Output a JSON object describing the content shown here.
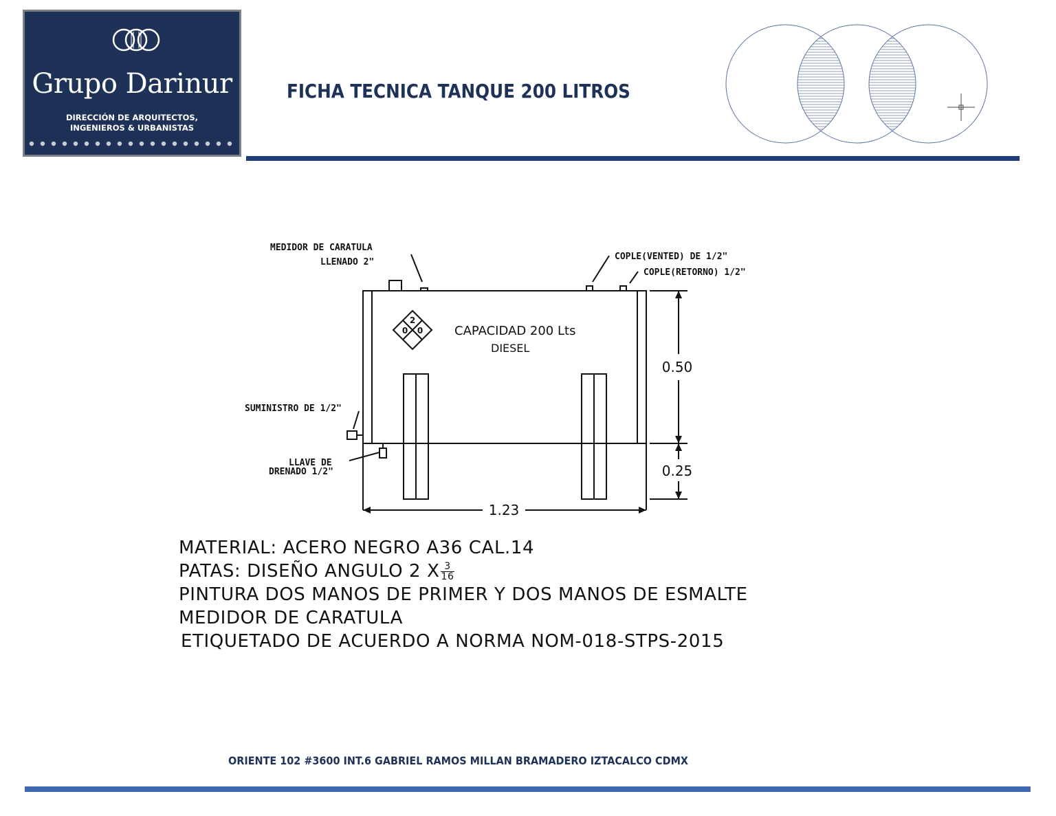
{
  "logo": {
    "name": "Grupo Darinur",
    "subtitle_line1": "DIRECCIÓN DE ARQUITECTOS,",
    "subtitle_line2": "INGENIEROS & URBANISTAS"
  },
  "header": {
    "title": "FICHA TECNICA TANQUE 200 LITROS"
  },
  "drawing": {
    "labels": {
      "medidor": "MEDIDOR DE CARATULA",
      "llenado": "LLENADO 2\"",
      "vented": "COPLE(VENTED) DE 1/2\"",
      "retorno": "COPLE(RETORNO) 1/2\"",
      "suministro": "SUMINISTRO DE 1/2\"",
      "llave_line1": "LLAVE DE",
      "llave_line2": "DRENADO 1/2\"",
      "capacidad": "CAPACIDAD 200 Lts",
      "combustible": "DIESEL"
    },
    "hazard": {
      "top": "2",
      "left": "0",
      "right": "0"
    },
    "dimensions": {
      "height_tank": "0.50",
      "height_legs": "0.25",
      "width": "1.23"
    }
  },
  "specs": {
    "material": "MATERIAL: ACERO NEGRO A36 CAL.14",
    "patas": "PATAS: DISEÑO ANGULO 2 X",
    "patas_frac_num": "3",
    "patas_frac_den": "16",
    "pintura": "PINTURA DOS MANOS DE PRIMER Y DOS MANOS DE ESMALTE",
    "medidor": "MEDIDOR DE CARATULA",
    "etiquetado": "ETIQUETADO DE ACUERDO A NORMA NOM-018-STPS-2015"
  },
  "footer": {
    "address": "ORIENTE 102 #3600 INT.6 GABRIEL RAMOS MILLAN BRAMADERO IZTACALCO CDMX"
  },
  "colors": {
    "navy": "#1e3157",
    "header_line": "#1e3c78",
    "footer_line": "#3d68b0"
  }
}
